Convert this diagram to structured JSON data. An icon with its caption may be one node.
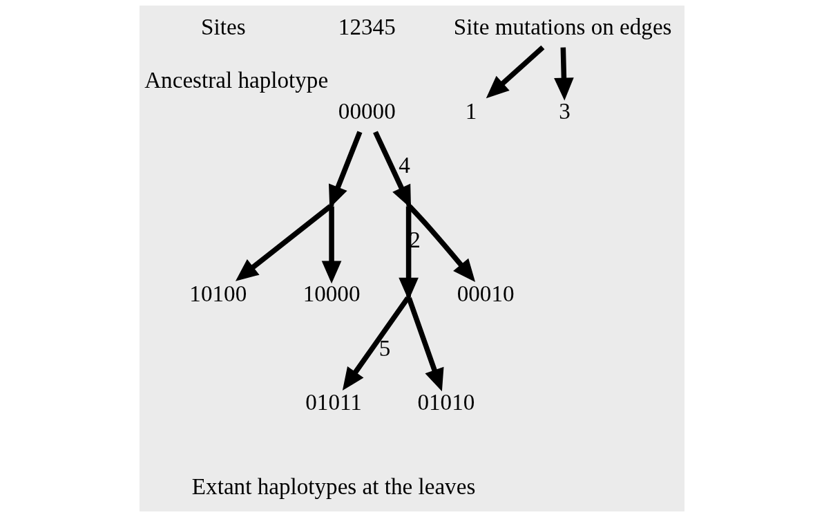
{
  "diagram": {
    "nodes": [
      {
        "text": [
          "00000"
        ],
        "beside": [
          "Ancestral haplotype"
        ]
      },
      {
        "text": [],
        "shape": "point"
      },
      {
        "text": [],
        "shape": "point"
      },
      {
        "text": [],
        "shape": "point"
      },
      {
        "text": [
          "10100"
        ]
      },
      {
        "text": [
          "10000"
        ]
      },
      {
        "text": [
          "00010"
        ]
      },
      {
        "text": [
          "01011"
        ]
      },
      {
        "text": [
          "01010"
        ]
      },
      {
        "text": [
          "Site mutations on edges"
        ]
      },
      {
        "text": [
          "1"
        ]
      },
      {
        "text": [
          "3"
        ]
      }
    ],
    "edges": [
      {
        "from": 0,
        "to": 1,
        "arrow": "to"
      },
      {
        "from": 0,
        "to": 2,
        "arrow": "to",
        "label": "4"
      },
      {
        "from": 1,
        "to": 4,
        "arrow": "to"
      },
      {
        "from": 1,
        "to": 5,
        "arrow": "to"
      },
      {
        "from": 2,
        "to": 6,
        "arrow": "to"
      },
      {
        "from": 2,
        "to": 3,
        "arrow": "to",
        "label": "2"
      },
      {
        "from": 3,
        "to": 7,
        "arrow": "to",
        "label": "5"
      },
      {
        "from": 3,
        "to": 8,
        "arrow": "to"
      },
      {
        "from": 9,
        "to": 10,
        "arrow": "to"
      },
      {
        "from": 9,
        "to": 11,
        "arrow": "to"
      }
    ],
    "labels": [
      "Sites",
      "12345",
      "Extant haplotypes at the leaves"
    ]
  }
}
